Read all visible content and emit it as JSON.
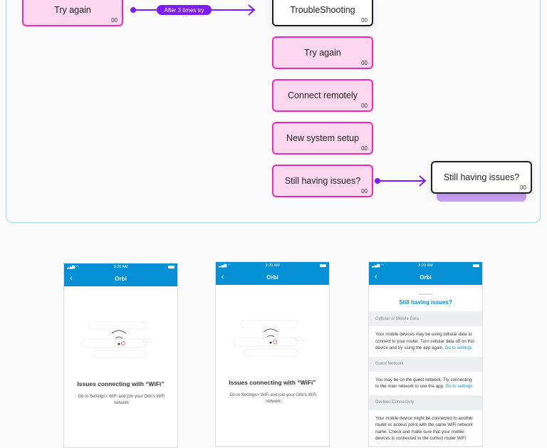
{
  "flow": {
    "left_node": {
      "label": "Try again",
      "num": "00"
    },
    "connector_label": "After 3 times try",
    "troubleshooting": {
      "label": "TroubleShooting",
      "num": "00"
    },
    "options": [
      {
        "label": "Try again",
        "num": "00"
      },
      {
        "label": "Connect remotely",
        "num": "00"
      },
      {
        "label": "New system setup",
        "num": "00"
      },
      {
        "label": "Still having issues?",
        "num": "00"
      }
    ],
    "target_node": {
      "label": "Still having issues?",
      "num": "00"
    },
    "colors": {
      "node_fill": "#fdd6f0",
      "node_border": "#f02ab8",
      "connector": "#7d1cf5",
      "frame_border": "#9fd8ea"
    }
  },
  "phones": [
    {
      "time": "3:20 AM",
      "title": "Orbi",
      "heading": "Issues connecting with “WiFi”",
      "body": "Go to Settings> WiFi and join your Orbi's WiFi network"
    },
    {
      "time": "3:20 AM",
      "title": "Orbi",
      "heading": "Issues connecting with “WiFi”",
      "body": "Go to Settings> WiFi and join your Orbi's WiFi network"
    },
    {
      "time": "3:20 AM",
      "title": "Orbi",
      "sheet_title": "Still having issues?",
      "sections": [
        {
          "header": "Cellular or Mobile Data",
          "text": "Your mobile devices may be using cellular data to connect to your router. Turn cellular data off on this device and try using the app again.",
          "link": "Go to settings"
        },
        {
          "header": "Guest Network",
          "text": "You may be on the guest network. Try connecting to the main network to use the app.",
          "link": "Go to settings"
        },
        {
          "header": "Devices Connectivty",
          "text": "Your mobile device might be connected to another router or access point with the same WiFi network name. Check and make sure that your mobile devices is connected to the correct router WiFi",
          "link": ""
        }
      ]
    }
  ],
  "brand_color": "#0590d6"
}
